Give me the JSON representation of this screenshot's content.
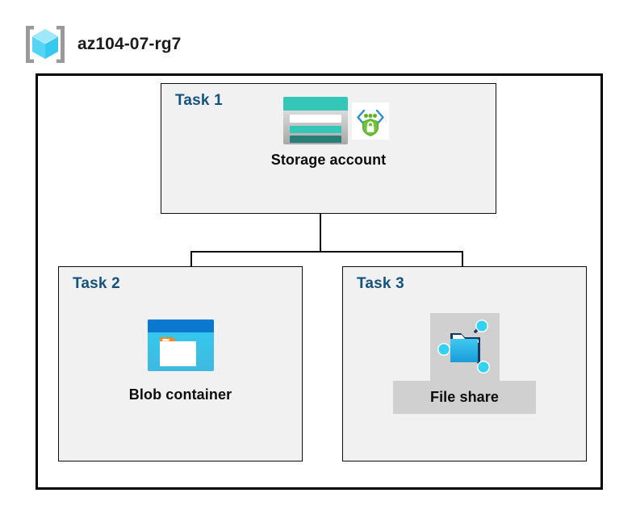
{
  "header": {
    "icon": "resource-group-icon",
    "title": "az104-07-rg7"
  },
  "diagram": {
    "type": "azure-architecture",
    "container_label": "resource-group-boundary",
    "colors": {
      "task_label": "#14527f",
      "box_fill": "#f1f1f1",
      "box_border": "#0d0d0d",
      "outer_border": "#000000",
      "caption": "#0c0c0c",
      "highlight_bg": "#d0d0d0",
      "storage_teal": "#34c6b6",
      "storage_teal_dark": "#2a7f78",
      "blob_blue": "#0078d4",
      "blob_cyan": "#32c7f0",
      "blob_orange": "#f28a22",
      "fileshare_blue": "#32bdee",
      "fileshare_node": "#32d2f2",
      "shield_green": "#5bb424",
      "chevron_blue": "#2d8bd4"
    },
    "tasks": [
      {
        "id": "task1",
        "label": "Task 1",
        "node": {
          "name": "storage-account",
          "caption": "Storage account",
          "icons": [
            "storage-account-icon",
            "private-endpoint-shield-icon"
          ]
        }
      },
      {
        "id": "task2",
        "label": "Task 2",
        "node": {
          "name": "blob-container",
          "caption": "Blob container",
          "icons": [
            "blob-container-icon"
          ]
        }
      },
      {
        "id": "task3",
        "label": "Task 3",
        "node": {
          "name": "file-share",
          "caption": "File share",
          "icons": [
            "file-share-icon"
          ]
        }
      }
    ],
    "connections": [
      {
        "from": "storage-account",
        "to": "blob-container"
      },
      {
        "from": "storage-account",
        "to": "file-share"
      }
    ]
  }
}
